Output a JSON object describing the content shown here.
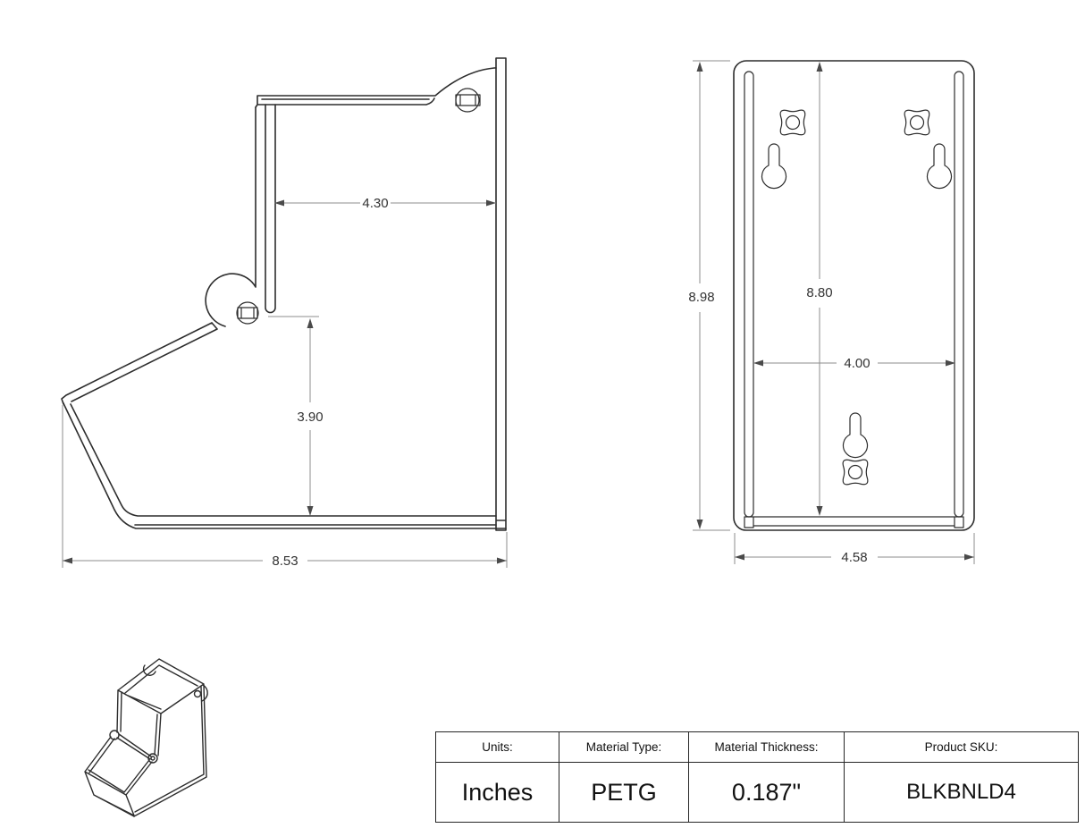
{
  "drawing": {
    "side_view": {
      "dimensions": {
        "inner_depth": "4.30",
        "opening_height": "3.90",
        "overall_depth": "8.53"
      }
    },
    "front_view": {
      "dimensions": {
        "overall_height": "8.98",
        "inner_height": "8.80",
        "inner_width": "4.00",
        "overall_width": "4.58"
      }
    },
    "title_block": {
      "headers": {
        "units": "Units:",
        "material_type": "Material Type:",
        "material_thickness": "Material Thickness:",
        "product_sku": "Product SKU:"
      },
      "values": {
        "units": "Inches",
        "material_type": "PETG",
        "material_thickness": "0.187\"",
        "product_sku": "BLKBNLD4"
      }
    },
    "colors": {
      "background": "#ffffff",
      "part_line": "#2d2d2d",
      "dimension_line": "#8c8c8c",
      "dimension_text": "#333333",
      "table_border": "#262626"
    }
  }
}
